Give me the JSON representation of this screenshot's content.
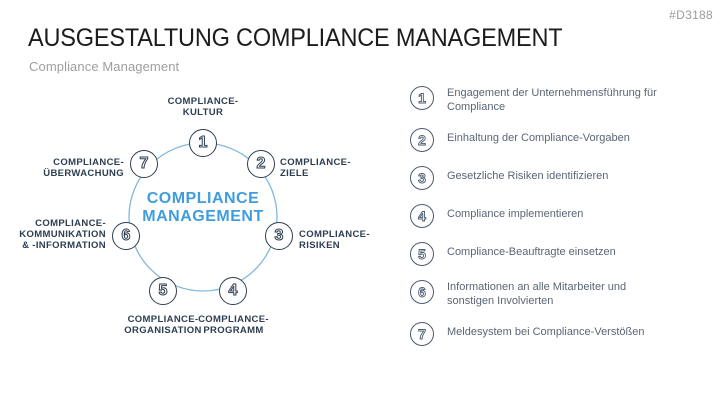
{
  "header": {
    "slide_code": "#D3188",
    "title": "AUSGESTALTUNG COMPLIANCE MANAGEMENT",
    "subtitle": "Compliance Management"
  },
  "colors": {
    "title": "#1c1c1c",
    "subtitle": "#9e9e9e",
    "accent_blue": "#3f9ddd",
    "ring_blue": "#7fb8de",
    "navy": "#2d3e50",
    "legend_text": "#5b6575"
  },
  "diagram": {
    "center_label": "COMPLIANCE\nMANAGEMENT",
    "nodes": [
      {
        "number": "1",
        "label": "COMPLIANCE-\nKULTUR"
      },
      {
        "number": "2",
        "label": "COMPLIANCE-\nZIELE"
      },
      {
        "number": "3",
        "label": "COMPLIANCE-\nRISIKEN"
      },
      {
        "number": "4",
        "label": "COMPLIANCE-\nPROGRAMM"
      },
      {
        "number": "5",
        "label": "COMPLIANCE-\nORGANISATION"
      },
      {
        "number": "6",
        "label": "COMPLIANCE-\nKOMMUNIKATION\n& -INFORMATION"
      },
      {
        "number": "7",
        "label": "COMPLIANCE-\nÜBERWACHUNG"
      }
    ]
  },
  "legend": {
    "items": [
      {
        "number": "1",
        "text": "Engagement der Unternehmensführung für\nCompliance"
      },
      {
        "number": "2",
        "text": "Einhaltung der Compliance-Vorgaben"
      },
      {
        "number": "3",
        "text": "Gesetzliche Risiken identifizieren"
      },
      {
        "number": "4",
        "text": "Compliance implementieren"
      },
      {
        "number": "5",
        "text": "Compliance-Beauftragte einsetzen"
      },
      {
        "number": "6",
        "text": "Informationen an alle Mitarbeiter und\nsonstigen Involvierten"
      },
      {
        "number": "7",
        "text": "Meldesystem bei Compliance-Verstößen"
      }
    ]
  }
}
